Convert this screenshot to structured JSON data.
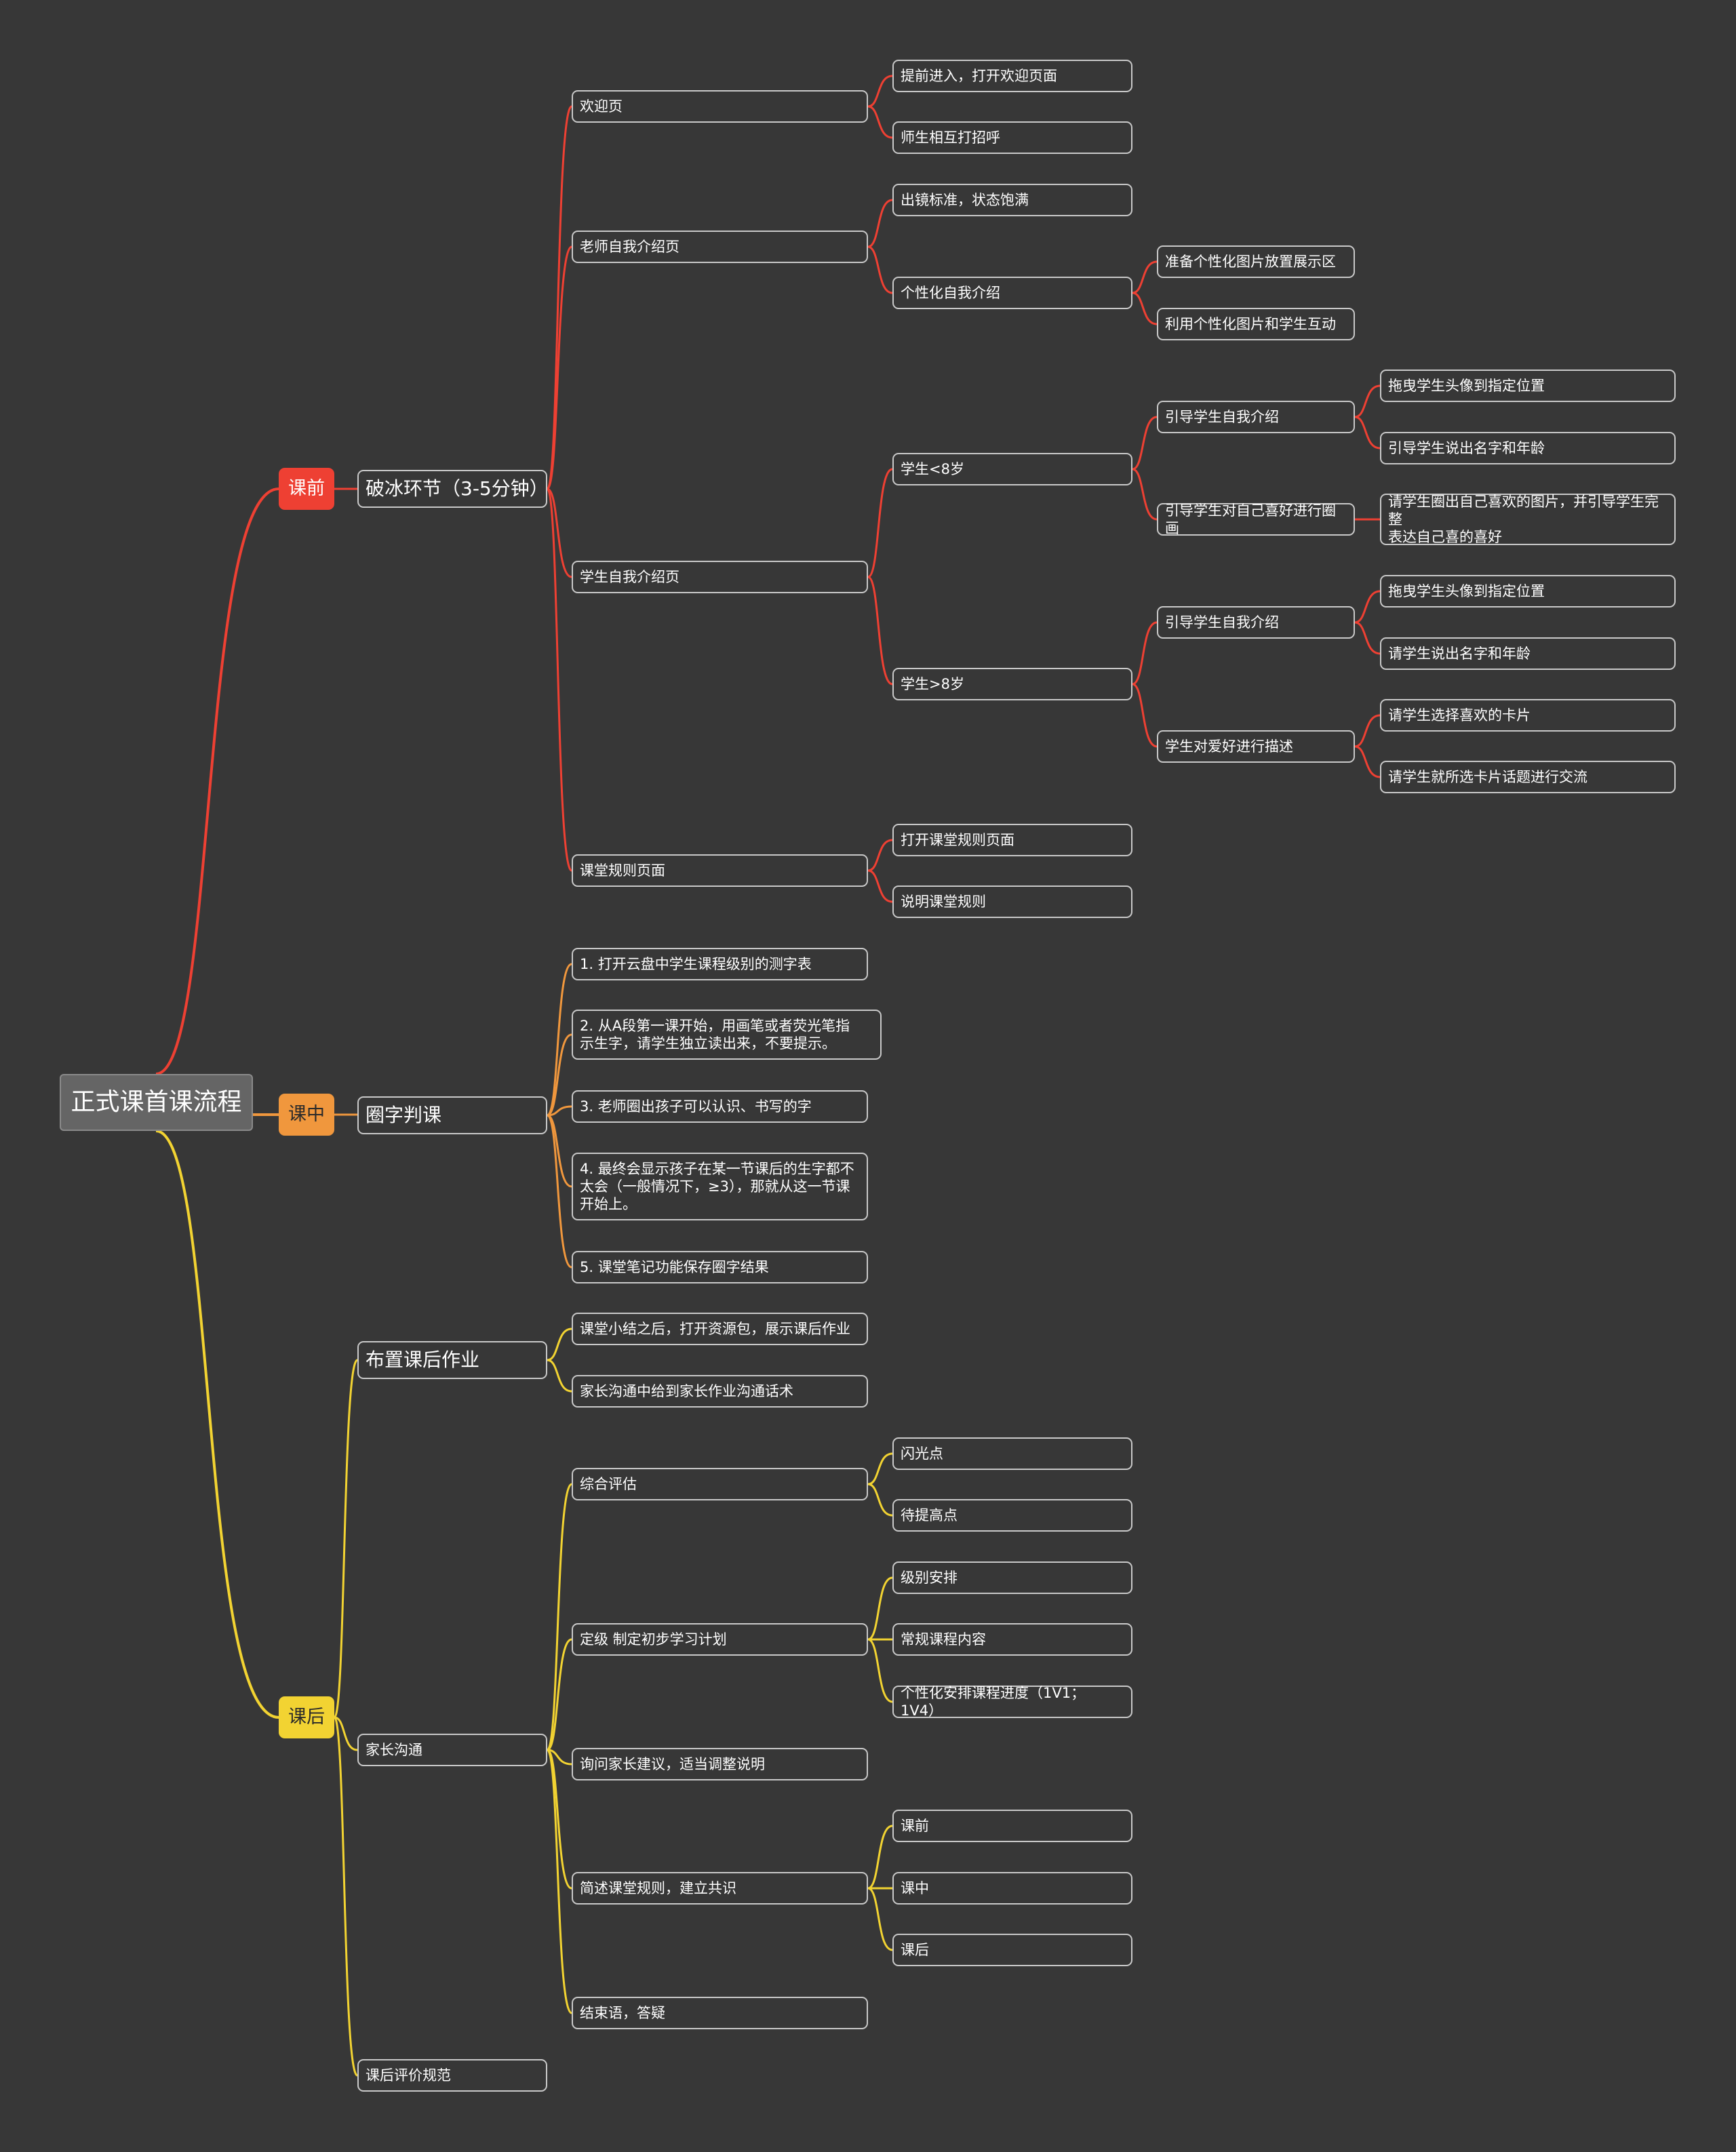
{
  "root": {
    "label": "正式课首课流程"
  },
  "colors": {
    "background": "#373737",
    "branch_red": "#ee4033",
    "branch_orange": "#f0973d",
    "branch_yellow": "#f2d332",
    "node_border": "#c9c9c9"
  },
  "pre": {
    "label": "课前",
    "icebreak": {
      "label": "破冰环节（3-5分钟）",
      "welcome": {
        "label": "欢迎页",
        "items": [
          "提前进入，打开欢迎页面",
          "师生相互打招呼"
        ]
      },
      "teacher_intro": {
        "label": "老师自我介绍页",
        "standard": "出镜标准，状态饱满",
        "personal": {
          "label": "个性化自我介绍",
          "items": [
            "准备个性化图片放置展示区",
            "利用个性化图片和学生互动"
          ]
        }
      },
      "student_intro": {
        "label": "学生自我介绍页",
        "under8": {
          "label": "学生<8岁",
          "guide_intro": {
            "label": "引导学生自我介绍",
            "items": [
              "拖曳学生头像到指定位置",
              "引导学生说出名字和年龄"
            ]
          },
          "guide_circle": {
            "label": "引导学生对自己喜好进行圈画",
            "detail_line1": "请学生圈出自己喜欢的图片，并引导学生完整",
            "detail_line2": "表达自己喜的喜好"
          }
        },
        "over8": {
          "label": "学生>8岁",
          "guide_intro": {
            "label": "引导学生自我介绍",
            "items": [
              "拖曳学生头像到指定位置",
              "请学生说出名字和年龄"
            ]
          },
          "describe": {
            "label": "学生对爱好进行描述",
            "items": [
              "请学生选择喜欢的卡片",
              "请学生就所选卡片话题进行交流"
            ]
          }
        }
      },
      "rules_page": {
        "label": "课堂规则页面",
        "items": [
          "打开课堂规则页面",
          "说明课堂规则"
        ]
      }
    }
  },
  "mid": {
    "label": "课中",
    "circle": {
      "label": "圈字判课",
      "steps": [
        {
          "lines": [
            "1. 打开云盘中学生课程级别的测字表"
          ]
        },
        {
          "lines": [
            "2.  从A段第一课开始，用画笔或者荧光笔指",
            "示生字，请学生独立读出来，不要提示。"
          ]
        },
        {
          "lines": [
            "3. 老师圈出孩子可以认识、书写的字"
          ]
        },
        {
          "lines": [
            "4. 最终会显示孩子在某一节课后的生字都不",
            "太会（一般情况下，≥3），那就从这一节课",
            "开始上。"
          ]
        },
        {
          "lines": [
            "5. 课堂笔记功能保存圈字结果"
          ]
        }
      ]
    }
  },
  "post": {
    "label": "课后",
    "homework": {
      "label": "布置课后作业",
      "items": [
        "课堂小结之后，打开资源包，展示课后作业",
        "家长沟通中给到家长作业沟通话术"
      ]
    },
    "parent": {
      "label": "家长沟通",
      "overall": {
        "label": "综合评估",
        "items": [
          "闪光点",
          "待提高点"
        ]
      },
      "level": {
        "label": "定级 制定初步学习计划",
        "items": [
          "级别安排",
          "常规课程内容",
          "个性化安排课程进度（1V1； 1V4）"
        ]
      },
      "advice": {
        "label": "询问家长建议，适当调整说明"
      },
      "rules": {
        "label": "简述课堂规则，建立共识",
        "items": [
          "课前",
          "课中",
          "课后"
        ]
      },
      "closing": {
        "label": "结束语，答疑"
      }
    },
    "evaluation": {
      "label": "课后评价规范"
    }
  }
}
